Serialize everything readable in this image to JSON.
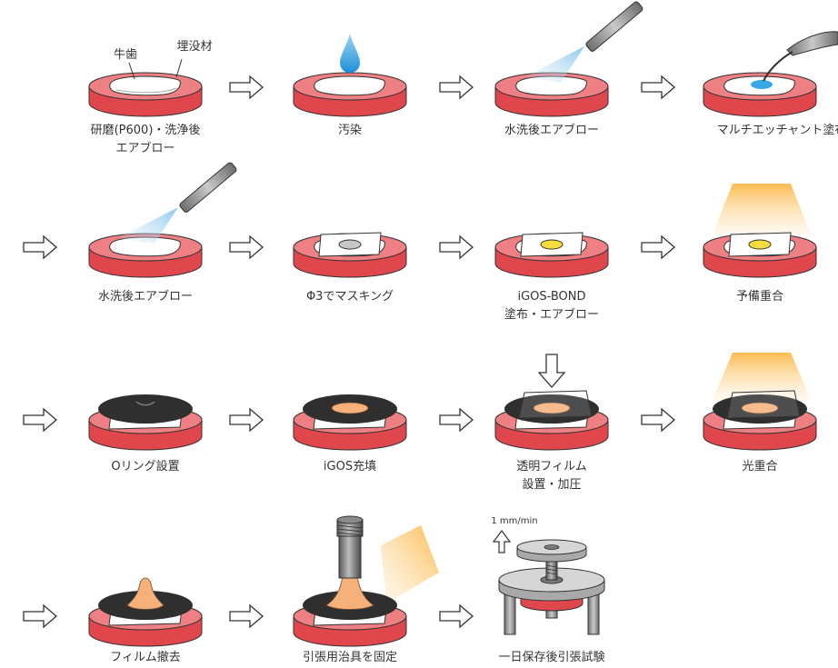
{
  "steps": [
    {
      "id": 1,
      "lines": [
        "研磨(P600)・洗浄後",
        "エアブロー"
      ]
    },
    {
      "id": 2,
      "lines": [
        "汚染"
      ]
    },
    {
      "id": 3,
      "lines": [
        "水洗後エアブロー"
      ]
    },
    {
      "id": 4,
      "lines": [
        "マルチエッチャント塗布"
      ]
    },
    {
      "id": 5,
      "lines": [
        "水洗後エアブロー"
      ]
    },
    {
      "id": 6,
      "lines": [
        "Φ3でマスキング"
      ]
    },
    {
      "id": 7,
      "lines": [
        "iGOS-BOND",
        "塗布・エアブロー"
      ]
    },
    {
      "id": 8,
      "lines": [
        "予備重合"
      ]
    },
    {
      "id": 9,
      "lines": [
        "Oリング設置"
      ]
    },
    {
      "id": 10,
      "lines": [
        "iGOS充填"
      ]
    },
    {
      "id": 11,
      "lines": [
        "透明フィルム",
        "設置・加圧"
      ]
    },
    {
      "id": 12,
      "lines": [
        "光重合"
      ]
    },
    {
      "id": 13,
      "lines": [
        "フィルム撤去"
      ]
    },
    {
      "id": 14,
      "lines": [
        "引張用治具を固定"
      ]
    },
    {
      "id": 15,
      "lines": [
        "一日保存後引張試験"
      ]
    }
  ],
  "labels": {
    "tooth": "牛歯",
    "embedding": "埋没材",
    "speed": "1 mm/min"
  },
  "colors": {
    "puck_red": "#e0474c",
    "puck_top": "#ee7f83",
    "tooth": "#ffffff",
    "mask_yellow": "#f4dc3c",
    "ring_black": "#2f2f2f",
    "composite_orange": "#f6b07a",
    "water_blue": "#39a7e4",
    "light_amber": "#fbc25a"
  }
}
